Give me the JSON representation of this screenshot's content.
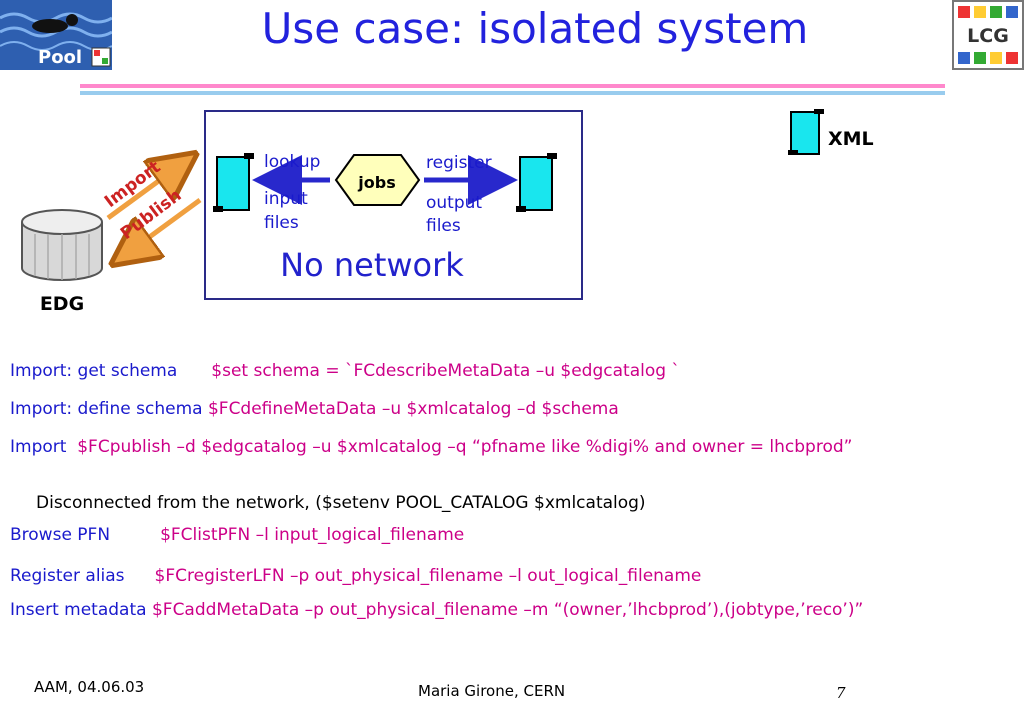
{
  "title": "Use case: isolated system",
  "logos": {
    "pool": "Pool",
    "lcg": "LCG"
  },
  "diagram": {
    "xml_label": "XML",
    "edg_label": "EDG",
    "import_label": "Import",
    "publish_label": "Publish",
    "lookup_label": "lookup",
    "input_files_1": "input",
    "input_files_2": "files",
    "jobs_label": "jobs",
    "register_label": "register",
    "output_files_1": "output",
    "output_files_2": "files",
    "no_network_label": "No network"
  },
  "commands": [
    {
      "label": "Import: get schema",
      "cmd": "$set schema = `FCdescribeMetaData –u $edgcatalog `"
    },
    {
      "label": "Import: define schema",
      "cmd": "$FCdefineMetaData  –u $xmlcatalog –d $schema"
    },
    {
      "label": "Import",
      "cmd": "$FCpublish –d $edgcatalog –u $xmlcatalog –q “pfname like %digi% and owner = lhcbprod”"
    }
  ],
  "disconnected_note": "Disconnected from the network, ($setenv POOL_CATALOG $xmlcatalog)",
  "offline_commands": [
    {
      "label": "Browse PFN",
      "cmd": "$FClistPFN –l input_logical_filename"
    },
    {
      "label": "Register alias",
      "cmd": "$FCregisterLFN –p out_physical_filename –l out_logical_filename"
    },
    {
      "label": "Insert metadata",
      "cmd": "$FCaddMetaData –p out_physical_filename –m “(owner,’lhcbprod’),(jobtype,’reco’)”"
    }
  ],
  "footer": {
    "left": "AAM, 04.06.03",
    "center": "Maria Girone, CERN",
    "page": "7"
  },
  "colors": {
    "title": "#2222dd",
    "command": "#cc0088",
    "label": "#1a1acc",
    "rule_pink": "#ff88cc",
    "rule_blue": "#99ccee"
  }
}
